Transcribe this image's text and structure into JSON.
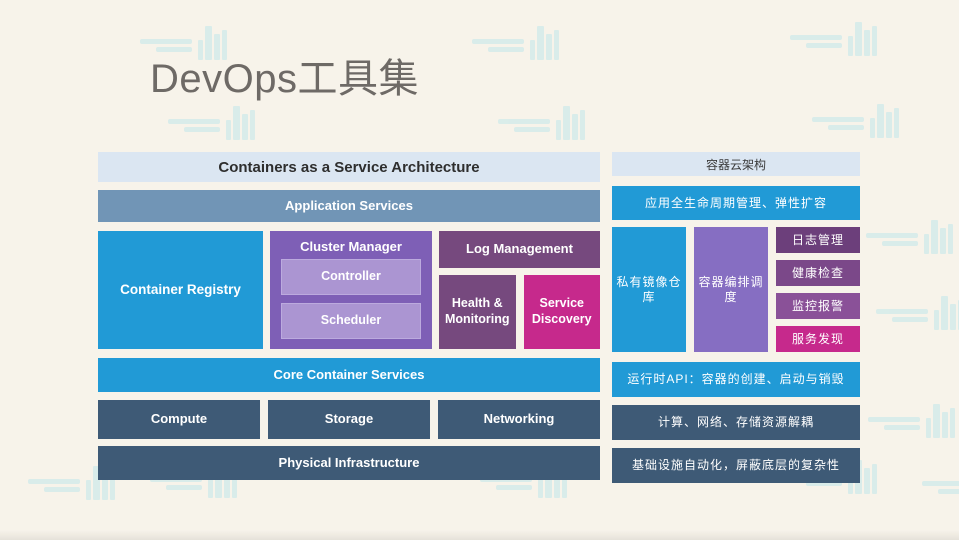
{
  "slide": {
    "title": "DevOps工具集"
  },
  "left_diagram": {
    "header": "Containers as a Service Architecture",
    "application_services": "Application Services",
    "container_registry": "Container Registry",
    "cluster_manager": "Cluster Manager",
    "controller": "Controller",
    "scheduler": "Scheduler",
    "log_management": "Log Management",
    "health_monitoring": "Health & Monitoring",
    "service_discovery": "Service Discovery",
    "core_container_services": "Core Container Services",
    "compute": "Compute",
    "storage": "Storage",
    "networking": "Networking",
    "physical_infrastructure": "Physical Infrastructure"
  },
  "right_diagram": {
    "header": "容器云架构",
    "app_lifecycle": "应用全生命周期管理、弹性扩容",
    "private_registry": "私有镜像仓库",
    "orchestration": "容器编排调度",
    "log_mgmt": "日志管理",
    "health_check": "健康检查",
    "monitor_alert": "监控报警",
    "service_discovery": "服务发现",
    "runtime_api": "运行时API：容器的创建、启动与销毁",
    "resource_decoupling": "计算、网络、存储资源解耦",
    "infra_automation": "基础设施自动化，屏蔽底层的复杂性"
  },
  "colors": {
    "background": "#f7f3ea",
    "title_color": "#6e6a66",
    "header_bg": "#dbe6f2",
    "header_text": "#2e2e2e",
    "bright_blue": "#219ad6",
    "steel_blue": "#7195b6",
    "purple": "#7e5fb6",
    "light_purple": "#ab95d2",
    "light_purple_border": "#bcaade",
    "orch_purple": "#866ec2",
    "plum": "#76497e",
    "magenta": "#c6298c",
    "dark_slate": "#3e5a76",
    "shade1": "#6c3f7b",
    "shade2": "#7b4889",
    "shade3": "#8a5198",
    "watermark": "#c2e7ea"
  }
}
